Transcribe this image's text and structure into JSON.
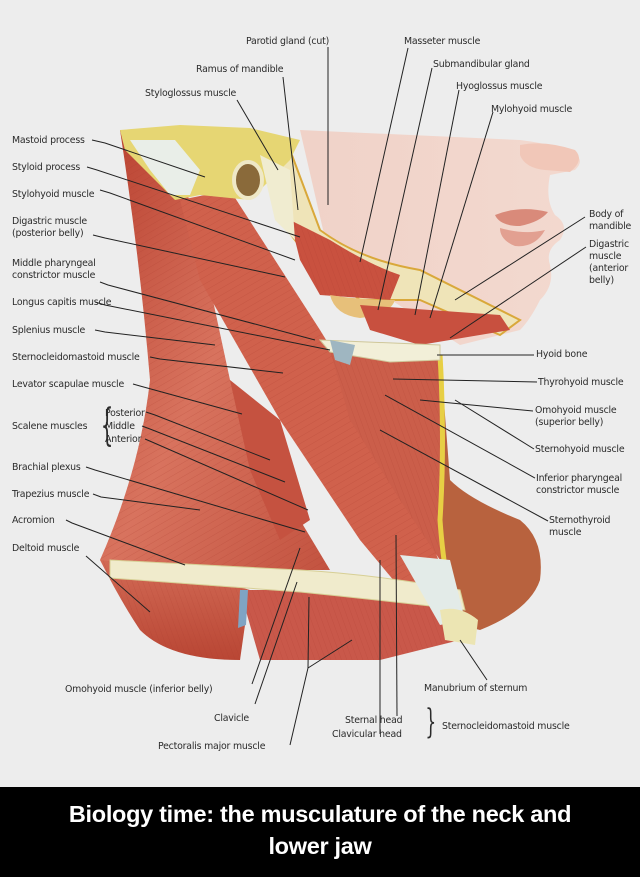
{
  "figure": {
    "background": "#ededed",
    "colors": {
      "muscle": "#c8513f",
      "muscle_light": "#d9826e",
      "skin": "#efc9bd",
      "bone": "#f1ecc8",
      "fat_yellow": "#e8d25a",
      "tendon": "#dfe6e4",
      "leader_line": "#222222"
    },
    "labels_top": {
      "parotid": "Parotid gland (cut)",
      "masseter": "Masseter muscle",
      "ramus": "Ramus of mandible",
      "submandibular": "Submandibular gland",
      "styloglossus": "Styloglossus muscle",
      "hyoglossus": "Hyoglossus muscle",
      "mylohyoid": "Mylohyoid muscle"
    },
    "labels_left": {
      "mastoid": "Mastoid process",
      "styloid": "Styloid process",
      "stylohyoid": "Stylohyoid muscle",
      "digastric_post": "Digastric muscle\n(posterior belly)",
      "middle_pharyngeal": "Middle pharyngeal\nconstrictor muscle",
      "longus_capitis": "Longus capitis muscle",
      "splenius": "Splenius muscle",
      "scm": "Sternocleidomastoid muscle",
      "levator": "Levator scapulae muscle",
      "scalene_group": "Scalene muscles",
      "scalene_posterior": "Posterior",
      "scalene_middle": "Middle",
      "scalene_anterior": "Anterior",
      "brachial": "Brachial plexus",
      "trapezius": "Trapezius muscle",
      "acromion": "Acromion",
      "deltoid": "Deltoid muscle"
    },
    "labels_right": {
      "body_mandible": "Body of\nmandible",
      "digastric_ant": "Digastric\nmuscle\n(anterior\nbelly)",
      "hyoid": "Hyoid bone",
      "thyrohyoid": "Thyrohyoid muscle",
      "omohyoid_sup": "Omohyoid muscle\n(superior belly)",
      "sternohyoid": "Sternohyoid muscle",
      "inferior_pharyngeal": "Inferior pharyngeal\nconstrictor muscle",
      "sternothyroid": "Sternothyroid\nmuscle"
    },
    "labels_bottom": {
      "omohyoid_inf": "Omohyoid muscle (inferior belly)",
      "clavicle": "Clavicle",
      "pectoralis": "Pectoralis major muscle",
      "manubrium": "Manubrium of sternum",
      "sternal_head": "Sternal head",
      "clavicular_head": "Clavicular head",
      "scm_bottom": "Sternocleidomastoid muscle"
    }
  },
  "caption": {
    "line1": "Biology time: the musculature of the neck and",
    "line2": "lower jaw"
  }
}
